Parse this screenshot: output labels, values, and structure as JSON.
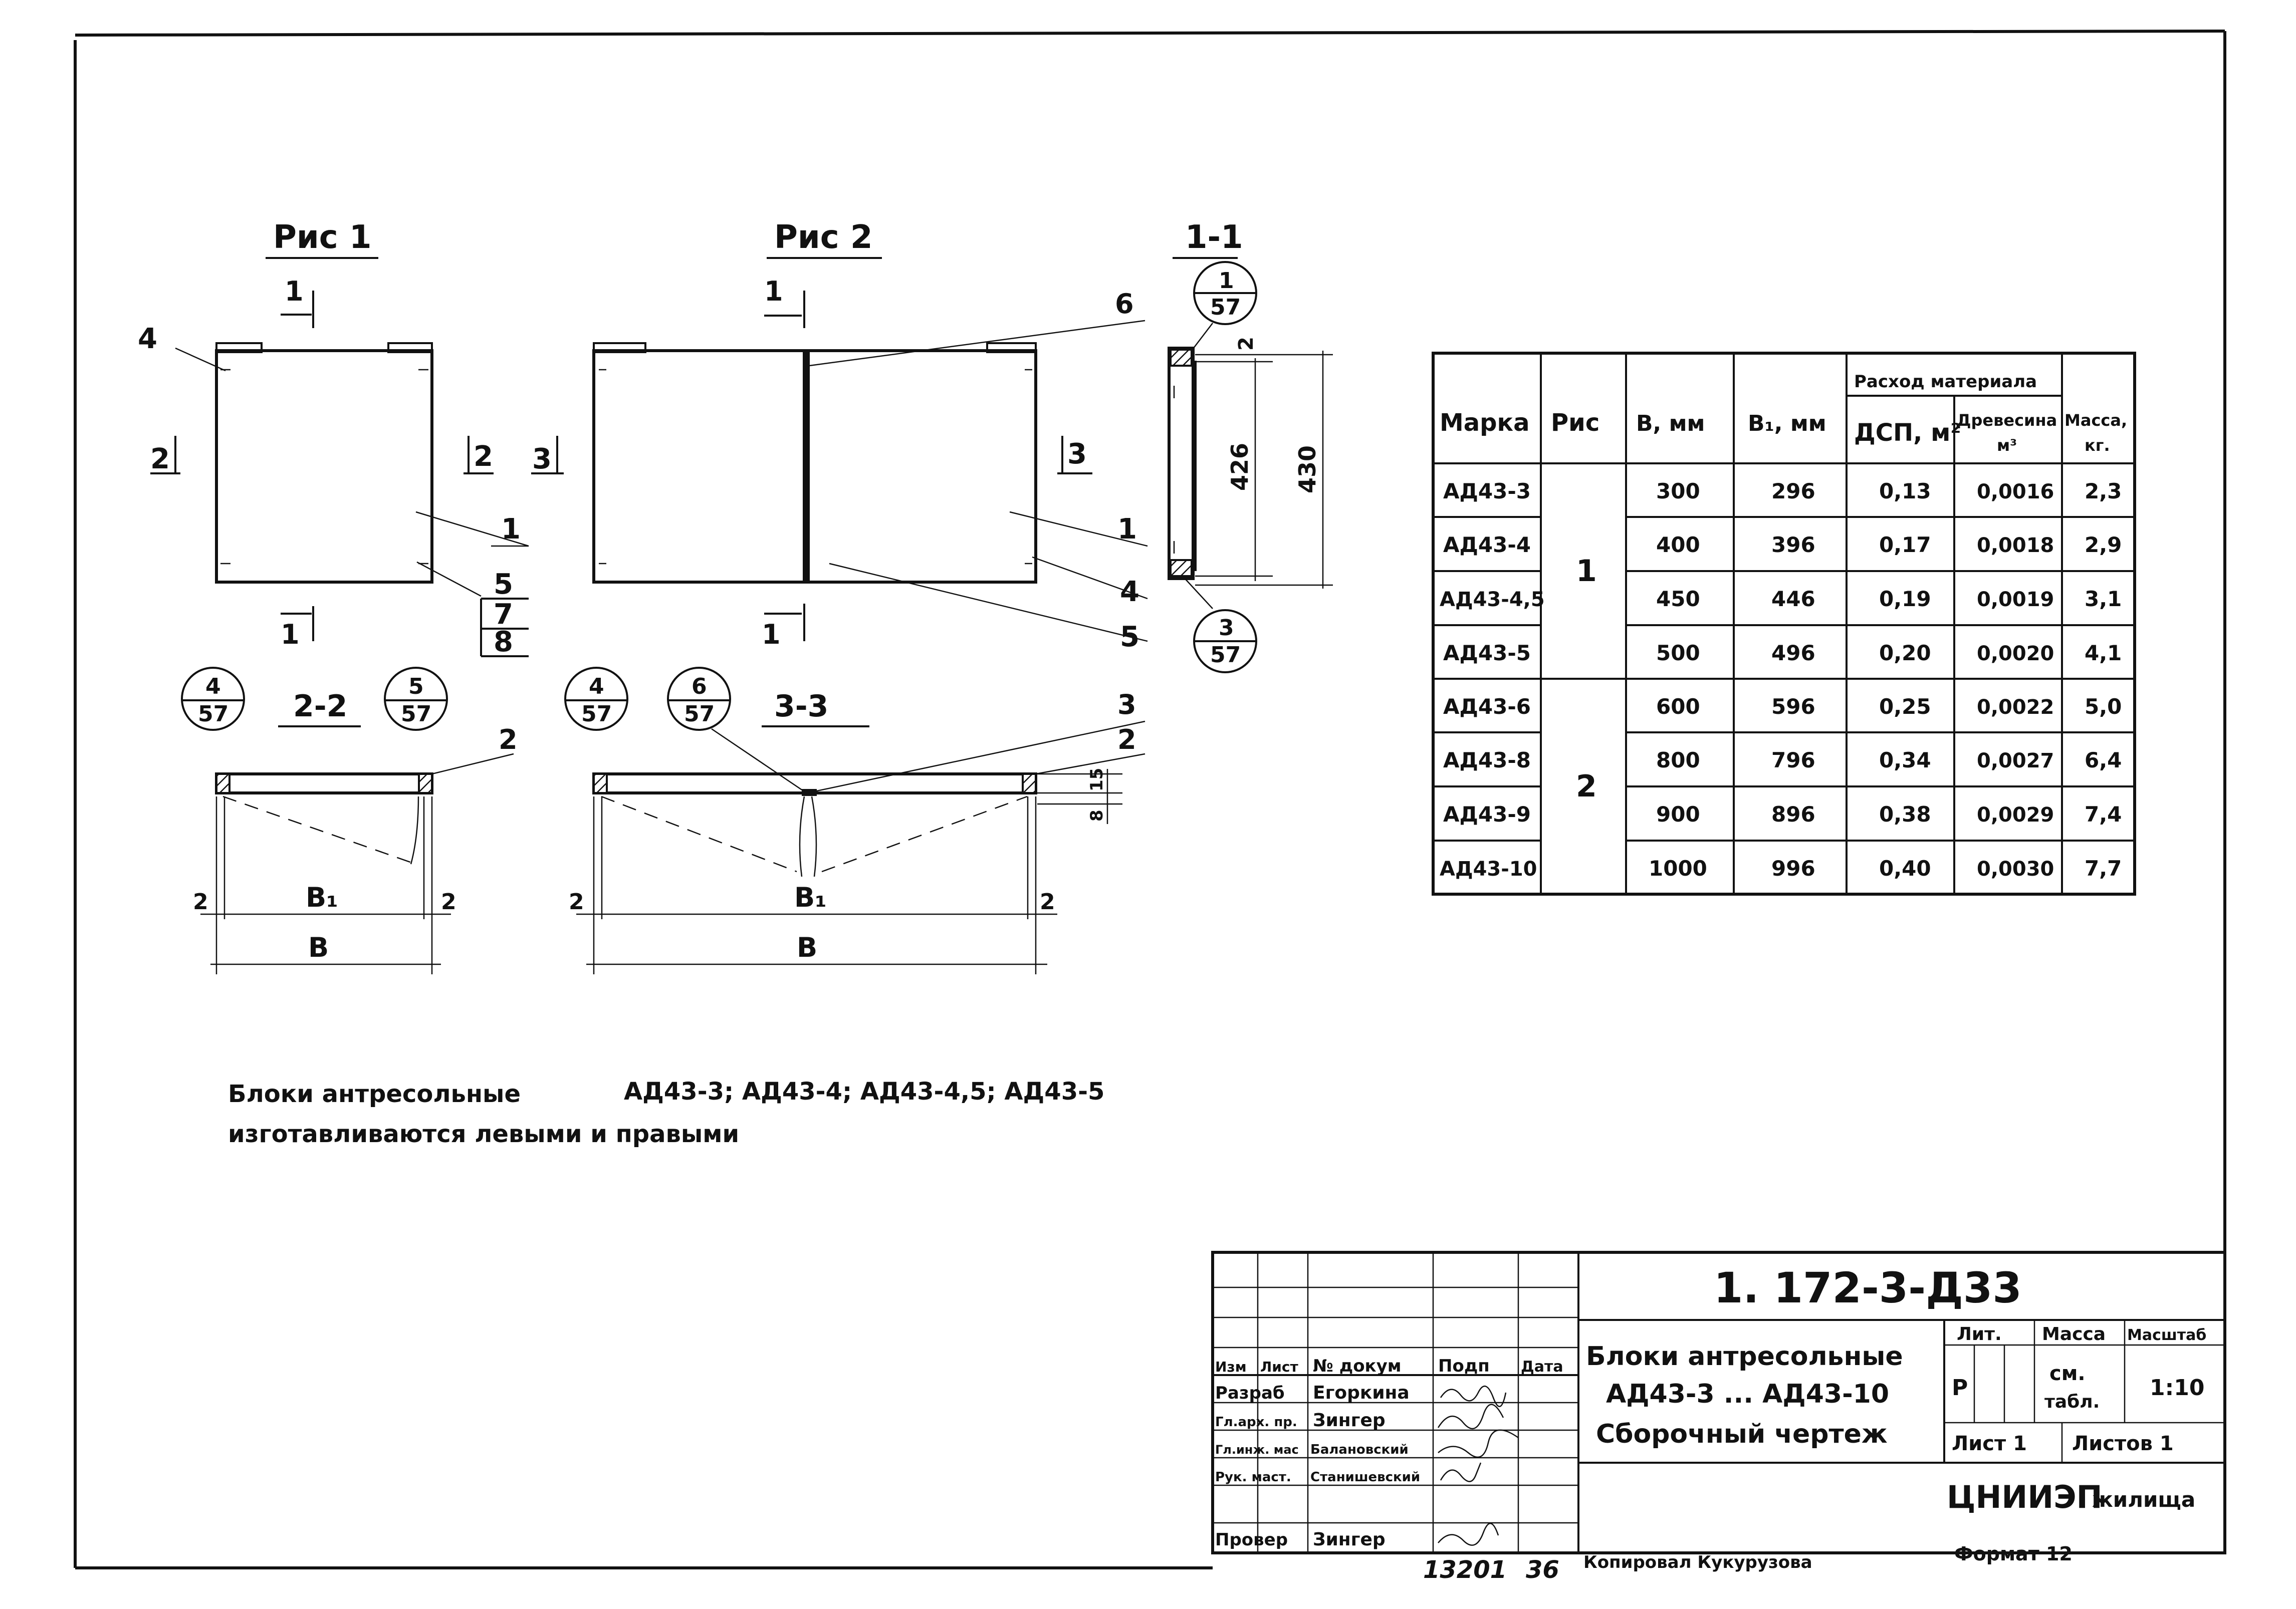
{
  "figures": {
    "fig1_title": "Рис 1",
    "fig2_title": "Рис 2",
    "sec11_title": "1-1",
    "sec22_title": "2-2",
    "sec33_title": "3-3"
  },
  "callouts": {
    "fig1": {
      "c1": "1",
      "c4": "4",
      "c5": "5",
      "c7": "7",
      "c8": "8",
      "cut1_top": "1",
      "cut1_bot": "1",
      "cut2_left": "2",
      "cut2_right": "2"
    },
    "fig2": {
      "c1": "1",
      "c4": "4",
      "c5": "5",
      "c6": "6",
      "cut1_top": "1",
      "cut1_bot": "1",
      "cut3_left": "3",
      "cut3_right": "3"
    },
    "sec11": {
      "ref_top_num": "1",
      "ref_top_sheet": "57",
      "ref_bot_num": "3",
      "ref_bot_sheet": "57",
      "dim_inner": "426",
      "dim_outer": "430",
      "dim_small": "2"
    },
    "sec22": {
      "ref_l_num": "4",
      "ref_l_sheet": "57",
      "ref_r_num": "5",
      "ref_r_sheet": "57",
      "c2": "2",
      "dim_l": "2",
      "dim_r": "2",
      "b1": "B₁",
      "b": "B"
    },
    "sec33": {
      "ref_l_num": "4",
      "ref_l_sheet": "57",
      "ref_m_num": "6",
      "ref_m_sheet": "57",
      "c3": "3",
      "c2": "2",
      "dim_l": "2",
      "dim_r": "2",
      "dim_15": "15",
      "dim_8": "8",
      "b1": "B₁",
      "b": "B"
    }
  },
  "table": {
    "headers": {
      "marka": "Марка",
      "ris": "Рис",
      "b": "B, мм",
      "b1": "B₁, мм",
      "rashod": "Расход материала",
      "dsp": "ДСП, м²",
      "drevesina": "Древесина",
      "drevesina_unit": "м³",
      "massa": "Масса,",
      "massa_unit": "кг."
    },
    "ris_groups": [
      "1",
      "2"
    ],
    "rows": [
      {
        "marka": "АД43-3",
        "b": "300",
        "b1": "296",
        "dsp": "0,13",
        "drev": "0,0016",
        "massa": "2,3"
      },
      {
        "marka": "АД43-4",
        "b": "400",
        "b1": "396",
        "dsp": "0,17",
        "drev": "0,0018",
        "massa": "2,9"
      },
      {
        "marka": "АД43-4,5",
        "b": "450",
        "b1": "446",
        "dsp": "0,19",
        "drev": "0,0019",
        "massa": "3,1"
      },
      {
        "marka": "АД43-5",
        "b": "500",
        "b1": "496",
        "dsp": "0,20",
        "drev": "0,0020",
        "massa": "4,1"
      },
      {
        "marka": "АД43-6",
        "b": "600",
        "b1": "596",
        "dsp": "0,25",
        "drev": "0,0022",
        "massa": "5,0"
      },
      {
        "marka": "АД43-8",
        "b": "800",
        "b1": "796",
        "dsp": "0,34",
        "drev": "0,0027",
        "massa": "6,4"
      },
      {
        "marka": "АД43-9",
        "b": "900",
        "b1": "896",
        "dsp": "0,38",
        "drev": "0,0029",
        "massa": "7,4"
      },
      {
        "marka": "АД43-10",
        "b": "1000",
        "b1": "996",
        "dsp": "0,40",
        "drev": "0,0030",
        "massa": "7,7"
      }
    ]
  },
  "note": {
    "line1_a": "Блоки антресольные",
    "line1_b": "АД43-3; АД43-4; АД43-4,5; АД43-5",
    "line2": "изготавливаются левыми и правыми"
  },
  "title_block": {
    "code": "1. 172-3-Д33",
    "name_line1": "Блоки антресольные",
    "name_line2": "АД43-3 ... АД43-10",
    "name_line3": "Сборочный чертеж",
    "lit_label": "Лит.",
    "massa_label": "Масса",
    "masshtab_label": "Масштаб",
    "lit_value": "Р",
    "massa_value_1": "см.",
    "massa_value_2": "табл.",
    "masshtab_value": "1:10",
    "list_label": "Лист 1",
    "listov_label": "Листов 1",
    "org_1": "ЦНИИЭП",
    "org_2": "жилища",
    "col_headers": {
      "izm": "Изм",
      "list": "Лист",
      "dokum": "№ докум",
      "podp": "Подп",
      "data": "Дата"
    },
    "staff": [
      {
        "role": "Разраб",
        "name": "Егоркина"
      },
      {
        "role": "Гл.арх. пр.",
        "name": "Зингер"
      },
      {
        "role": "Гл.инж. мас",
        "name": "Балановский"
      },
      {
        "role": "Рук. маст.",
        "name": "Станишевский"
      },
      {
        "role": "Провер",
        "name": "Зингер"
      }
    ]
  },
  "footer": {
    "inv": "13201",
    "inv2": "36",
    "copied": "Копировал Кукурузова",
    "format": "Формат 12"
  }
}
